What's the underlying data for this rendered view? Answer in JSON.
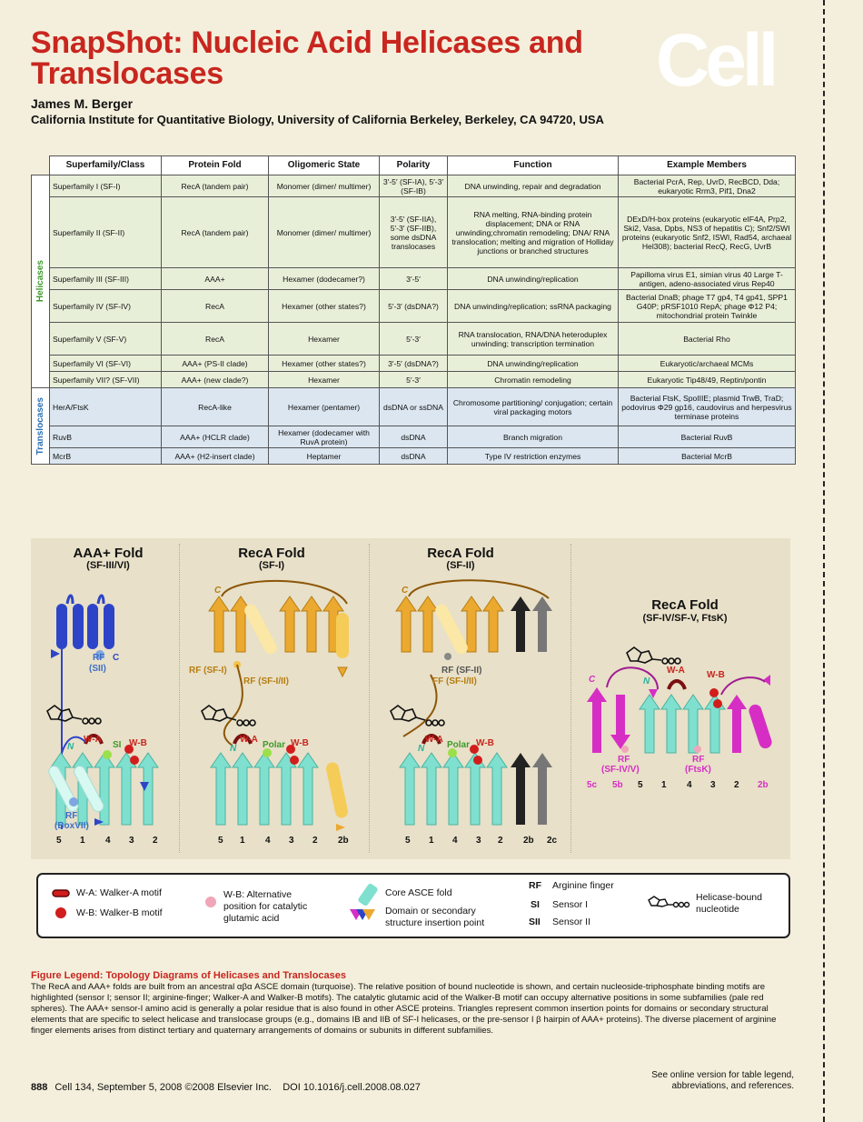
{
  "header": {
    "title": "SnapShot: Nucleic Acid Helicases and Translocases",
    "logo": "Cell",
    "author": "James M. Berger",
    "affiliation": "California Institute for Quantitative Biology, University of California Berkeley, Berkeley, CA 94720, USA"
  },
  "table": {
    "columns": [
      "Superfamily/Class",
      "Protein Fold",
      "Oligomeric State",
      "Polarity",
      "Function",
      "Example Members"
    ],
    "helicases_label": "Helicases",
    "translocases_label": "Translocases",
    "helicase_rows": [
      [
        "Superfamily I (SF-I)",
        "RecA (tandem pair)",
        "Monomer (dimer/ multimer)",
        "3′-5′ (SF-IA), 5′-3′ (SF-IB)",
        "DNA unwinding, repair and degradation",
        "Bacterial PcrA, Rep, UvrD, RecBCD, Dda; eukaryotic Rrm3, Pif1, Dna2"
      ],
      [
        "Superfamily II (SF-II)",
        "RecA (tandem pair)",
        "Monomer (dimer/ multimer)",
        "3′-5′ (SF-IIA), 5′-3′ (SF-IIB), some dsDNA translocases",
        "RNA melting, RNA-binding protein displacement; DNA or RNA unwinding;chromatin remodeling; DNA/ RNA translocation; melting and migration of Holliday junctions or branched structures",
        "DExD/H-box proteins (eukaryotic eIF4A, Prp2, Ski2, Vasa, Dpbs, NS3 of hepatitis C); Snf2/SWI proteins (eukaryotic Snf2, ISWI, Rad54, archaeal Hel308); bacterial RecQ, RecG, UvrB"
      ],
      [
        "Superfamily III (SF-III)",
        "AAA+",
        "Hexamer (dodecamer?)",
        "3′-5′",
        "DNA unwinding/replication",
        "Papilloma virus E1, simian virus 40 Large T-antigen, adeno-associated virus Rep40"
      ],
      [
        "Superfamily IV (SF-IV)",
        "RecA",
        "Hexamer (other states?)",
        "5′-3′ (dsDNA?)",
        "DNA unwinding/replication; ssRNA packaging",
        "Bacterial DnaB; phage T7 gp4, T4 gp41, SPP1 G40P; pRSF1010 RepA; phage Φ12 P4; mitochondrial protein Twinkle"
      ],
      [
        "Superfamily V (SF-V)",
        "RecA",
        "Hexamer",
        "5′-3′",
        "RNA translocation, RNA/DNA heteroduplex unwinding; transcription termination",
        "Bacterial Rho"
      ],
      [
        "Superfamily VI (SF-VI)",
        "AAA+ (PS-II clade)",
        "Hexamer (other states?)",
        "3′-5′ (dsDNA?)",
        "DNA unwinding/replication",
        "Eukaryotic/archaeal MCMs"
      ],
      [
        "Superfamily VII? (SF-VII)",
        "AAA+ (new clade?)",
        "Hexamer",
        "5′-3′",
        "Chromatin remodeling",
        "Eukaryotic Tip48/49, Reptin/pontin"
      ]
    ],
    "translocase_rows": [
      [
        "HerA/FtsK",
        "RecA-like",
        "Hexamer (pentamer)",
        "dsDNA or ssDNA",
        "Chromosome partitioning/ conjugation; certain viral packaging motors",
        "Bacterial FtsK, SpoIIIE; plasmid TrwB, TraD; podovirus Φ29 gp16, caudovirus and herpesvirus terminase proteins"
      ],
      [
        "RuvB",
        "AAA+ (HCLR clade)",
        "Hexamer (dodecamer with RuvA protein)",
        "dsDNA",
        "Branch migration",
        "Bacterial RuvB"
      ],
      [
        "McrB",
        "AAA+ (H2-insert clade)",
        "Heptamer",
        "dsDNA",
        "Type IV restriction enzymes",
        "Bacterial McrB"
      ]
    ]
  },
  "diagram": {
    "panel1": {
      "title": "AAA+ Fold",
      "subtitle": "(SF-III/VI)",
      "rf": "RF",
      "rf_sub": "(SII)",
      "c": "C",
      "n": "N",
      "wa": "W-A",
      "si": "SI",
      "wb": "W-B",
      "rf2": "RF",
      "rf2_sub": "(BoxVII)",
      "strands": [
        "5",
        "1",
        "4",
        "3",
        "2"
      ]
    },
    "panel2": {
      "title": "RecA Fold",
      "subtitle": "(SF-I)",
      "c": "C",
      "rf1": "RF (SF-I)",
      "rf2": "RF (SF-I/II)",
      "n": "N",
      "wa": "W-A",
      "polar": "Polar",
      "wb": "W-B",
      "strands": [
        "5",
        "1",
        "4",
        "3",
        "2",
        "2b"
      ]
    },
    "panel3": {
      "title": "RecA Fold",
      "subtitle": "(SF-II)",
      "c": "C",
      "rf1": "RF (SF-II)",
      "rf2": "FF (SF-I/II)",
      "n": "N",
      "wa": "W-A",
      "polar": "Polar",
      "wb": "W-B",
      "strands": [
        "5",
        "1",
        "4",
        "3",
        "2",
        "2b",
        "2c"
      ]
    },
    "panel4": {
      "title": "RecA Fold",
      "subtitle": "(SF-IV/SF-V, FtsK)",
      "c": "C",
      "n": "N",
      "wa": "W-A",
      "wb": "W-B",
      "rf1": "RF",
      "rf1_sub": "(SF-IV/V)",
      "rf2": "RF",
      "rf2_sub": "(FtsK)",
      "strands": [
        "5c",
        "5b",
        "5",
        "1",
        "4",
        "3",
        "2",
        "2b"
      ]
    },
    "colors": {
      "aaa_blue": "#2e44c8",
      "reca_orange": "#eba930",
      "core_turquoise": "#7fe0cf",
      "ftsk_magenta": "#d62ec4",
      "walker_red": "#d21d1d",
      "alt_glu_pink": "#f0a6b8"
    }
  },
  "legend": {
    "wa": "W-A: Walker-A motif",
    "wb": "W-B: Walker-B motif",
    "alt_line1": "W-B: Alternative",
    "alt_line2": "position for catalytic",
    "alt_line3": "glutamic acid",
    "core": "Core ASCE fold",
    "ins_line1": "Domain or secondary",
    "ins_line2": "structure insertion point",
    "rf_key": "RF",
    "rf_val": "Arginine finger",
    "si_key": "SI",
    "si_val": "Sensor I",
    "sii_key": "SII",
    "sii_val": "Sensor II",
    "nuc_line1": "Helicase-bound",
    "nuc_line2": "nucleotide"
  },
  "figure_legend": {
    "title": "Figure Legend: Topology Diagrams of Helicases and Translocases",
    "body": "The RecA and AAA+ folds are built from an ancestral αβα ASCE domain (turquoise). The relative position of bound nucleotide is shown, and certain nucleoside-triphosphate binding motifs are highlighted (sensor I; sensor II; arginine-finger; Walker-A and Walker-B motifs). The catalytic glutamic acid of the Walker-B motif can occupy alternative positions in some subfamilies (pale red spheres). The AAA+ sensor-I amino acid is generally a polar residue that is also found in other ASCE proteins. Triangles represent common insertion points for domains or secondary structural elements that are specific to select helicase and translocase groups (e.g., domains IB and IIB of SF-I helicases, or the pre-sensor I β hairpin of AAA+ proteins). The diverse placement of arginine finger elements arises from distinct tertiary and quaternary arrangements of domains or subunits in different subfamilies."
  },
  "footer": {
    "page": "888",
    "citation": "Cell 134, September 5, 2008 ©2008 Elsevier Inc.    DOI 10.1016/j.cell.2008.08.027",
    "see_online_1": "See online version for table legend,",
    "see_online_2": "abbreviations, and references."
  }
}
